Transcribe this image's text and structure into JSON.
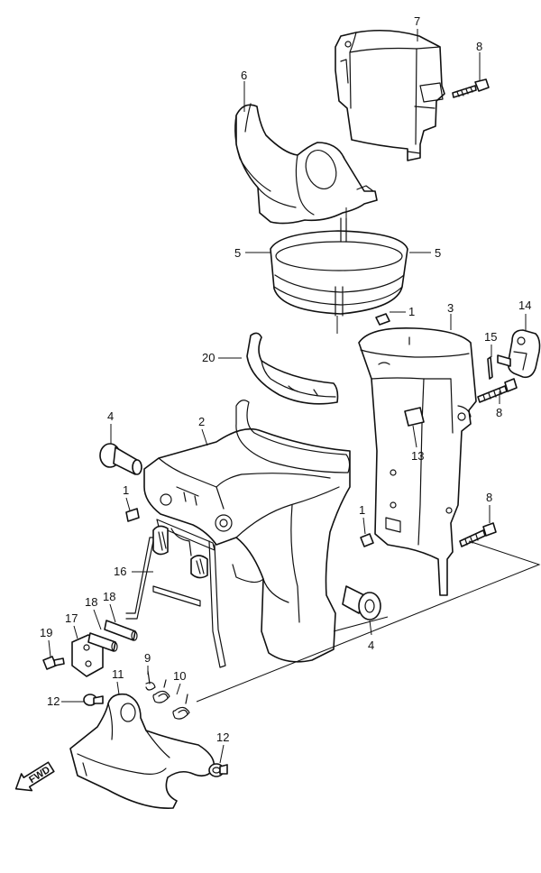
{
  "diagram": {
    "callouts": [
      {
        "id": "c7",
        "text": "7"
      },
      {
        "id": "c8a",
        "text": "8"
      },
      {
        "id": "c6",
        "text": "6"
      },
      {
        "id": "c5a",
        "text": "5"
      },
      {
        "id": "c5b",
        "text": "5"
      },
      {
        "id": "c1a",
        "text": "1"
      },
      {
        "id": "c3",
        "text": "3"
      },
      {
        "id": "c14",
        "text": "14"
      },
      {
        "id": "c15",
        "text": "15"
      },
      {
        "id": "c20",
        "text": "20"
      },
      {
        "id": "c8b",
        "text": "8"
      },
      {
        "id": "c4a",
        "text": "4"
      },
      {
        "id": "c2",
        "text": "2"
      },
      {
        "id": "c13",
        "text": "13"
      },
      {
        "id": "c1b",
        "text": "1"
      },
      {
        "id": "c8c",
        "text": "8"
      },
      {
        "id": "c1c",
        "text": "1"
      },
      {
        "id": "c16",
        "text": "16"
      },
      {
        "id": "c4b",
        "text": "4"
      },
      {
        "id": "c17",
        "text": "17"
      },
      {
        "id": "c18a",
        "text": "18"
      },
      {
        "id": "c18b",
        "text": "18"
      },
      {
        "id": "c19",
        "text": "19"
      },
      {
        "id": "c9",
        "text": "9"
      },
      {
        "id": "c10",
        "text": "10"
      },
      {
        "id": "c11",
        "text": "11"
      },
      {
        "id": "c12a",
        "text": "12"
      },
      {
        "id": "c12b",
        "text": "12"
      }
    ],
    "fwd_badge": "FWD"
  }
}
